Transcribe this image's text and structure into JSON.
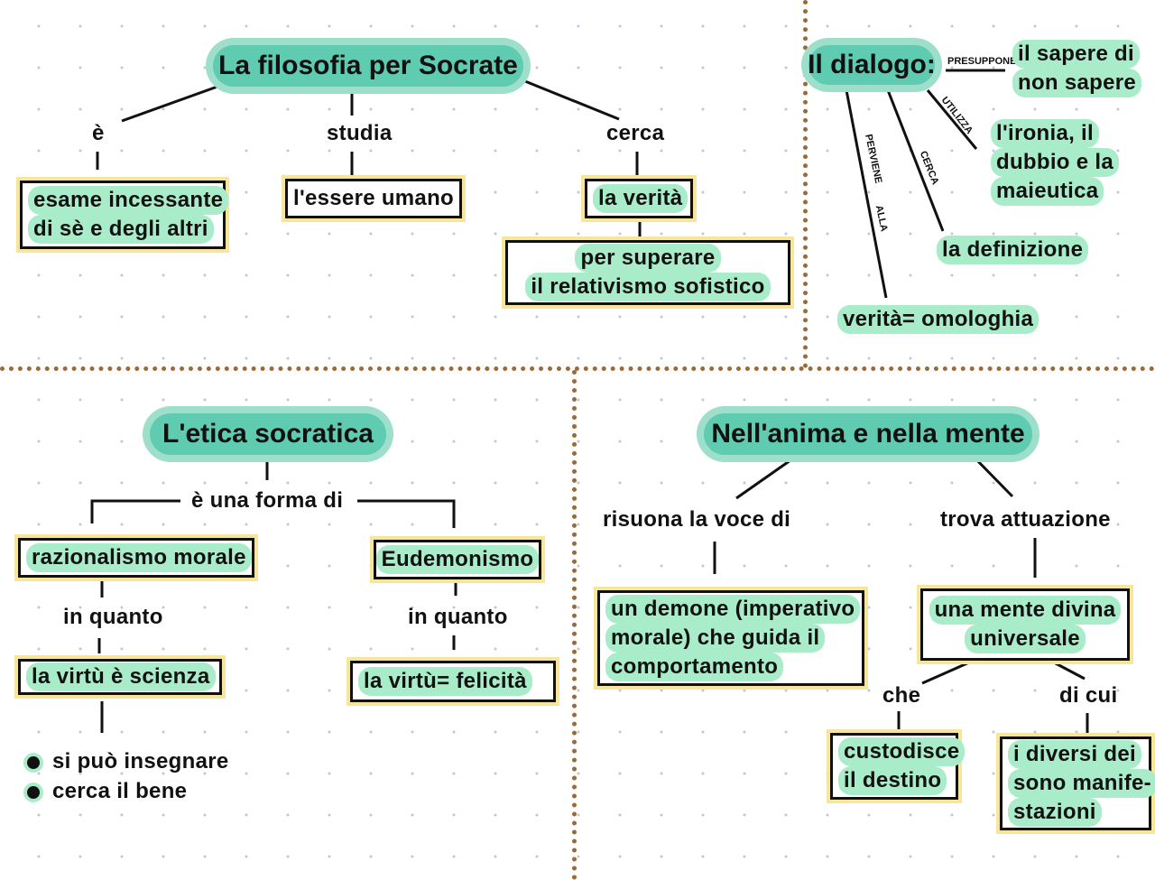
{
  "socrate": {
    "title": "La filosofia per Socrate",
    "links": [
      "è",
      "studia",
      "cerca"
    ],
    "nodes": [
      "esame incessante",
      "di sè e degli altri",
      "l'essere umano",
      "la verità",
      "per superare",
      "il relativismo sofistico"
    ]
  },
  "dialogo": {
    "title": "Il dialogo:",
    "links": [
      "PRESUPPONE",
      "UTILIZZA",
      "CERCA",
      "PERVIENE",
      "ALLA"
    ],
    "nodes": [
      "il sapere di",
      "non sapere",
      "l'ironia, il",
      "dubbio e la",
      "maieutica",
      "la definizione",
      "verità= omologhia"
    ]
  },
  "etica": {
    "title": "L'etica socratica",
    "link": "è una forma di",
    "left": {
      "node": "razionalismo morale",
      "link": "in quanto",
      "result": "la virtù è scienza",
      "bullets": [
        "si può insegnare",
        "cerca il bene"
      ]
    },
    "right": {
      "node": "Eudemonismo",
      "link": "in quanto",
      "result": "la virtù= felicità"
    }
  },
  "anima": {
    "title": "Nell'anima e nella mente",
    "links": [
      "risuona la voce di",
      "trova attuazione"
    ],
    "demone": [
      "un demone (imperativo",
      "morale) che guida il",
      "comportamento"
    ],
    "mente": [
      "una mente divina",
      "universale"
    ],
    "sublinks": [
      "che",
      "di cui"
    ],
    "custodisce": [
      "custodisce",
      "il destino"
    ],
    "dei": [
      "i diversi dei",
      "sono manife-",
      "stazioni"
    ]
  },
  "colors": {
    "bubble": "#5fcbb0",
    "highlight": "#a9ecca",
    "box_glow": "#f8e59c",
    "divider": "#9b6a3a"
  }
}
